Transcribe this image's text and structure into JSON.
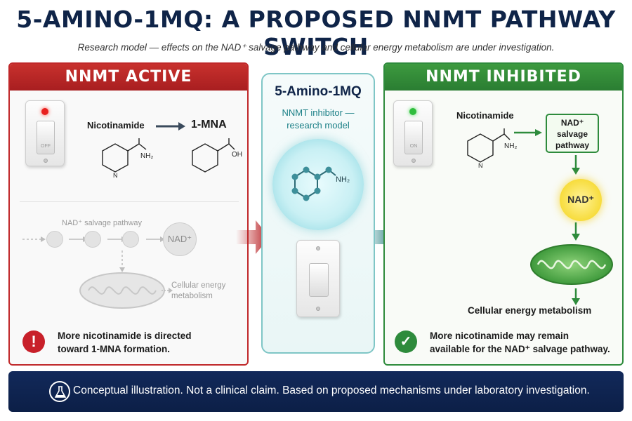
{
  "header": {
    "title": "5-AMINO-1MQ: A PROPOSED NNMT PATHWAY SWITCH",
    "subtitle": "Research model — effects on the NAD⁺ salvage pathway and cellular energy metabolism are under investigation."
  },
  "left_panel": {
    "heading": "NNMT ACTIVE",
    "switch_state": "OFF",
    "reaction_from": "Nicotinamide",
    "reaction_to": "1-MNA",
    "chem_nh2": "NH₂",
    "chem_oh": "OH",
    "chem_n": "N",
    "pathway_label": "NAD⁺ salvage pathway",
    "nad_label": "NAD⁺",
    "energy_label_line1": "Cellular energy",
    "energy_label_line2": "metabolism",
    "note_line1": "More nicotinamide is directed",
    "note_line2": "toward 1-MNA formation.",
    "note_icon": "!",
    "accent": "#c0282a"
  },
  "center_panel": {
    "title": "5-Amino-1MQ",
    "subtitle_line1": "NNMT inhibitor —",
    "subtitle_line2": "research model",
    "molecule_nh2": "NH₂",
    "accent": "#1a7f86"
  },
  "right_panel": {
    "heading": "NNMT INHIBITED",
    "switch_state": "ON",
    "reaction_from": "Nicotinamide",
    "chem_nh2": "NH₂",
    "chem_n": "N",
    "salvage_line1": "NAD⁺",
    "salvage_line2": "salvage",
    "salvage_line3": "pathway",
    "nad_label": "NAD⁺",
    "energy_label": "Cellular energy metabolism",
    "note_line1": "More nicotinamide may remain",
    "note_line2": "available for the NAD⁺ salvage pathway.",
    "note_icon": "✓",
    "accent": "#2e8b3c"
  },
  "footer": {
    "text": "Conceptual illustration. Not a clinical claim. Based on proposed mechanisms under laboratory investigation.",
    "icon": "flask-icon"
  }
}
